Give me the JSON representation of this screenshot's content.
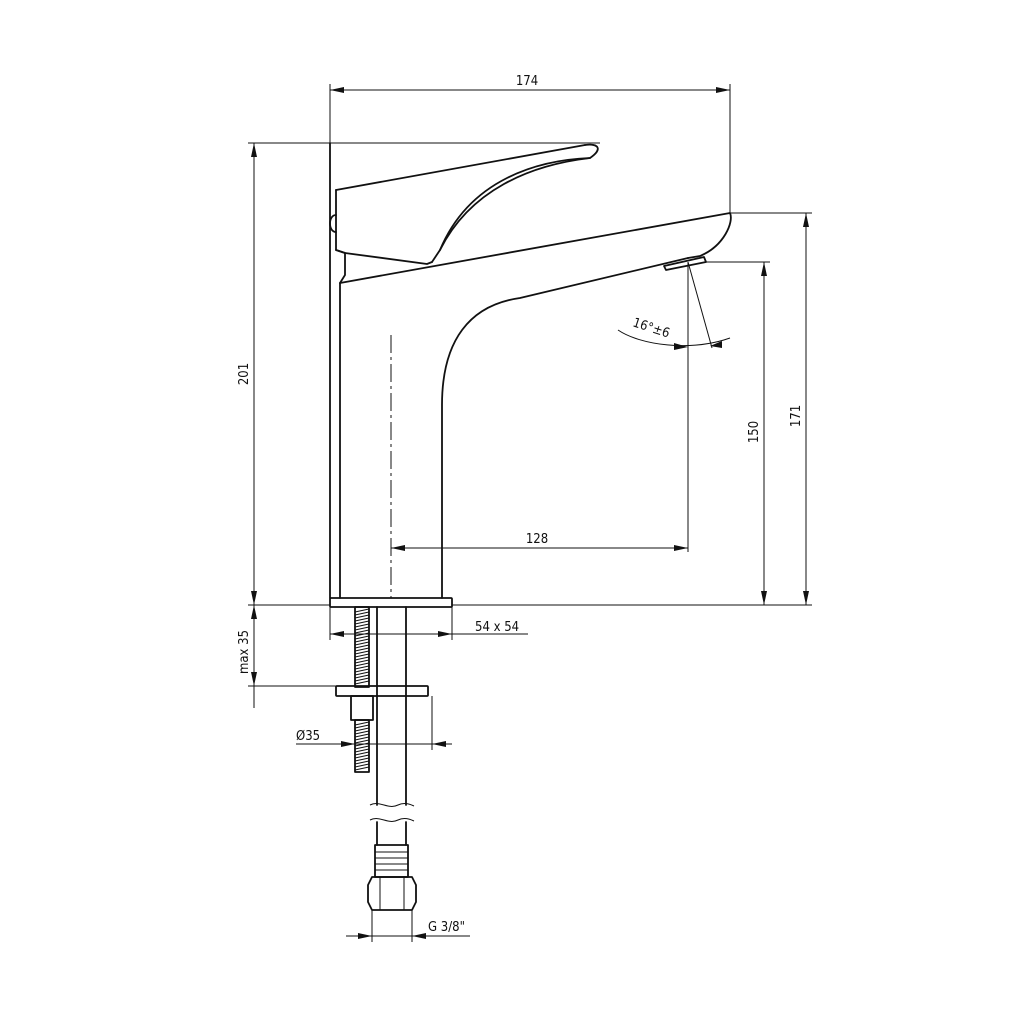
{
  "dimensions": {
    "width": "174",
    "height_total": "201",
    "outlet_height": "171",
    "aerator_height": "150",
    "reach": "128",
    "base": "54 x 54",
    "deck_thickness": "max 35",
    "hole_diameter": "Ø35",
    "connection": "G 3/8\"",
    "spray_angle": "16°±6"
  }
}
